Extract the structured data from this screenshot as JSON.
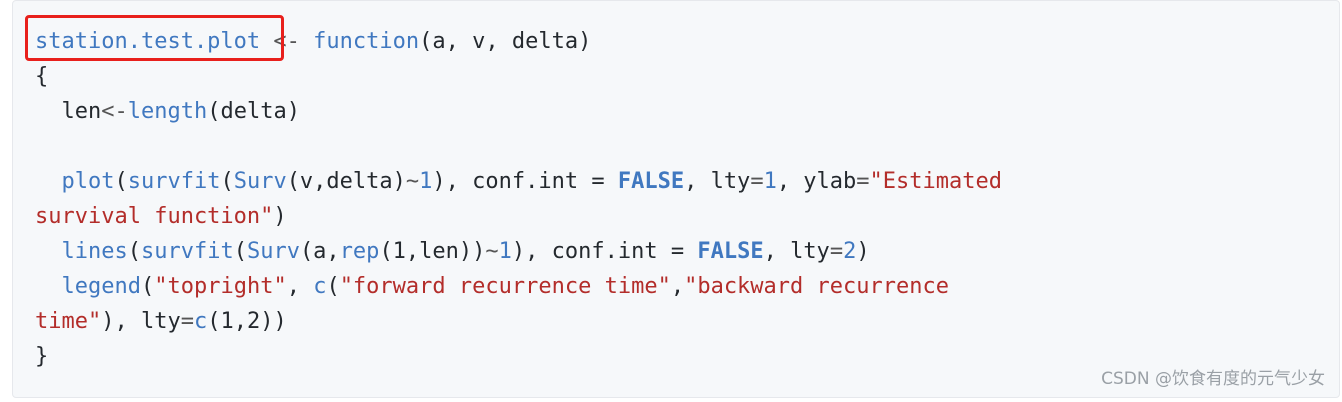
{
  "code": {
    "line1": {
      "name": "station.test.plot",
      "arrow": " <- ",
      "fn": "function",
      "args": "(a, v, delta)"
    },
    "line2": "{",
    "line3": {
      "indent": "  ",
      "var": "len",
      "arrow": "<-",
      "fn": "length",
      "args": "(delta)"
    },
    "line4": "",
    "line5": {
      "indent": "  ",
      "fn1": "plot",
      "p1": "(",
      "fn2": "survfit",
      "p2": "(",
      "fn3": "Surv",
      "p3": "(v,delta)",
      "op": "~",
      "num": "1",
      "p4": "), conf.int = ",
      "kw": "FALSE",
      "p5": ", lty",
      "eq": "=",
      "num2": "1",
      "p6": ", ylab",
      "eq2": "=",
      "str": "\"Estimated"
    },
    "line6": {
      "str": "survival function\"",
      "p": ")"
    },
    "line7": {
      "indent": "  ",
      "fn1": "lines",
      "p1": "(",
      "fn2": "survfit",
      "p2": "(",
      "fn3": "Surv",
      "p3": "(a,",
      "fn4": "rep",
      "p4": "(1,len))",
      "op": "~",
      "num": "1",
      "p5": "), conf.int = ",
      "kw": "FALSE",
      "p6": ", lty",
      "eq": "=",
      "num2": "2",
      "p7": ")"
    },
    "line8": {
      "indent": "  ",
      "fn1": "legend",
      "p1": "(",
      "str1": "\"topright\"",
      "p2": ", ",
      "fn2": "c",
      "p3": "(",
      "str2": "\"forward recurrence time\"",
      "p4": ",",
      "str3": "\"backward recurrence"
    },
    "line9": {
      "str": "time\"",
      "p1": "), lty",
      "eq": "=",
      "fn": "c",
      "p2": "(1,2))"
    },
    "line10": "}"
  },
  "watermark": "CSDN @饮食有度的元气少女",
  "colors": {
    "highlight": "#e8201c",
    "function": "#4078c0",
    "string": "#b32d2a",
    "background": "#f6f8fa"
  }
}
